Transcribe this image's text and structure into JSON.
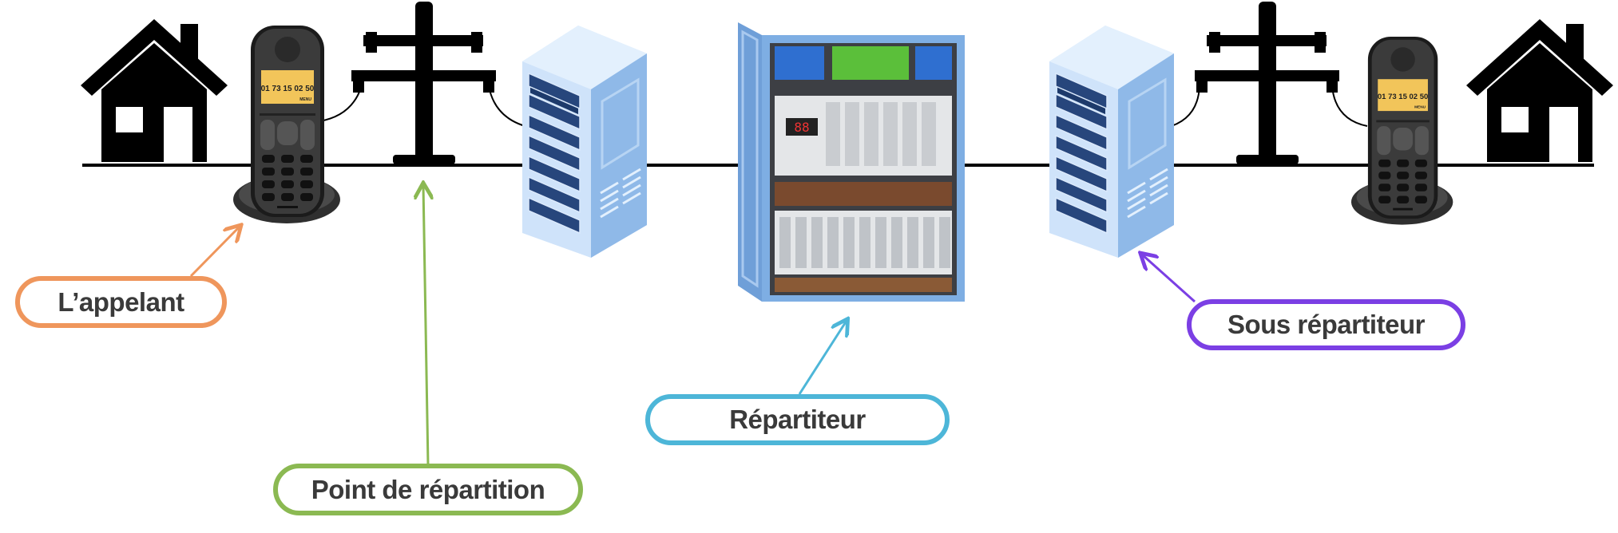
{
  "labels": {
    "caller": "L’appelant",
    "distribution_point": "Point de répartition",
    "distributor": "Répartiteur",
    "sub_distributor": "Sous répartiteur"
  },
  "phone": {
    "display_number": "01 73 15 02 50",
    "display_menu": "MENU"
  },
  "colors": {
    "caller": "#ef965c",
    "distribution_point": "#8bb952",
    "distributor": "#4db6d8",
    "sub_distributor": "#7b3fe4",
    "line": "#000000",
    "server": "#8fb9e8",
    "cabinet": "#7eaee3"
  }
}
